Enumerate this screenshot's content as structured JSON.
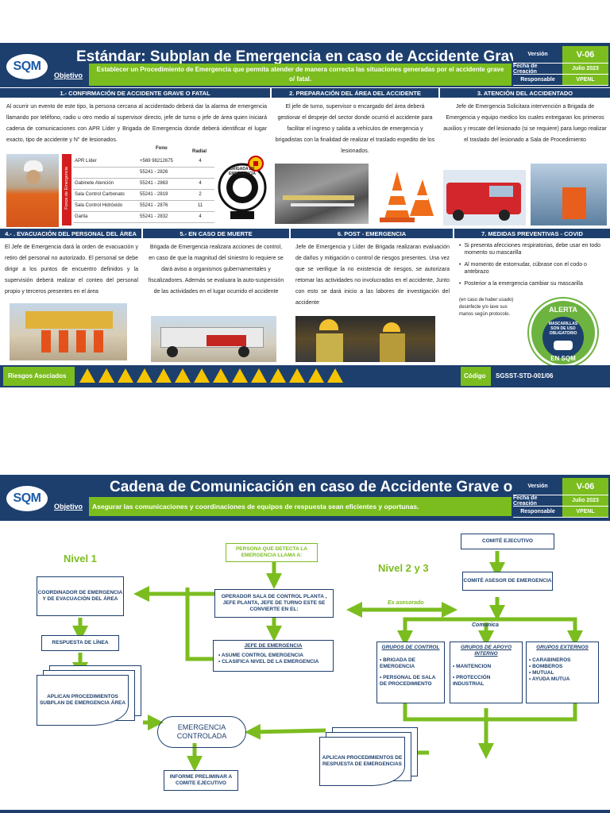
{
  "top": {
    "logo": "SQM",
    "title": "Estándar:  Subplan de Emergencia en caso de Accidente Grave o Fatal",
    "objective_label": "Objetivo",
    "objective_text": "Establecer un Procedimiento de Emergencia que permita atender de manera correcta las situaciones generadas por el accidente grave o/ fatal.",
    "meta": [
      {
        "k": "Versión",
        "v": "V-06"
      },
      {
        "k": "Fecha de Creación",
        "v": "Julio 2023"
      },
      {
        "k": "Responsable",
        "v": "VPENL"
      }
    ],
    "sections": {
      "s1_title": "1.- CONFIRMACIÓN DE ACCIDENTE GRAVE O FATAL",
      "s1_text": "Al ocurrir un evento de este tipo, la persona cercana al accidentado deberá dar la alarma de emergencia llamando por teléfono, radio u otro medio al supervisor directo, jefe de turno o jefe de área quien iniciará cadena de comunicaciones con APR Líder y Brigada de Emergencia donde deberá identificar el lugar exacto, tipo de accidente y N° de lesionados.",
      "s2_title": "2. PREPARACIÓN DEL ÁREA DEL ACCIDENTE",
      "s2_text": "El jefe de turno, supervisor o encargado del área deberá gestionar el despeje del sector donde ocurrió el accidente para facilitar el ingreso y salida a vehículos de emergencia y brigadistas con la finalidad de realizar el traslado expedito de los lesionados.",
      "s3_title": "3. ATENCIÓN DEL ACCIDENTADO",
      "s3_text": "Jefe de Emergencia Solicitara intervención a Brigada de Emergencia y equipo medico los cuales entregaran los primeros auxilios y rescate del lesionado (si se requiere) para luego realizar el traslado del lesionado a Sala de Procedimiento",
      "s4_title": "4.- . EVACUACIÓN DEL PERSONAL DEL ÁREA",
      "s4_text": "El Jefe de Emergencia dará la orden de evacuación y retiro del personal no autorizado. El personal se debe dirigir a los puntos de encuentro definidos y la supervisión deberá realizar el conteo del personal propio y terceros presentes en el área",
      "s5_title": "5.- EN CASO DE MUERTE",
      "s5_text": "Brigada de Emergencia realizara acciones de control, en caso de que la magnitud del siniestro lo requiere se dará aviso a organismos gubernamentales y fiscalizadores. Además se evaluara la auto-suspensión de las actividades en el lugar ocurrido el accidente",
      "s6_title": "6. POST -  EMERGENCIA",
      "s6_text": "Jefe de Emergencia y Líder de Brigada realizaran evaluación de daños y mitigación o control de riesgos presentes. Una vez que se verifique la no existencia de riesgos, se autorizara retomar las actividades no involucradas en el accidente,  Junto con esto se dará inicio a las labores de investigación  del accidente",
      "s7_title": "7. MEDIDAS PREVENTIVAS - COVID",
      "s7_bullets": [
        "Si presenta afecciones respiratorias, debe usar en todo momento su mascarilla",
        "Al momento de estornudar, cúbrase con el codo o antebrazo",
        "Posterior a la emergencia cambiar su mascarilla"
      ],
      "s7_note": "(en caso de haber usado) desinfecte y/o lave sus manos según protocolo.",
      "alerta_top": "ALERTA",
      "alerta_mid": "MASCARILLAS SON DE USO OBLIGATORIO",
      "alerta_bot": "EN SQM"
    },
    "phones": {
      "side_label": "Fonos de Emergencia",
      "col_fono": "Fono",
      "col_radial": "Radial",
      "rows": [
        {
          "name": "APR Líder",
          "fono": "+569 98212675",
          "radial": "4"
        },
        {
          "name": "",
          "fono": "55241 - 2826",
          "radial": ""
        },
        {
          "name": "Gabinete Atención",
          "fono": "55241 - 2863",
          "radial": "4"
        },
        {
          "name": "Sala Control Carbonato",
          "fono": "55241 - 2819",
          "radial": "2"
        },
        {
          "name": "Sala Control Hidróxido",
          "fono": "55241 - 2876",
          "radial": "11"
        },
        {
          "name": "Garita",
          "fono": "55241 - 2832",
          "radial": "4"
        }
      ]
    },
    "brigada_text": "BRIGADA DE EMERGENCIA",
    "footer": {
      "riesgos": "Riesgos Asociados",
      "codigo_label": "Código",
      "codigo": "SGSST-STD-001/06"
    }
  },
  "bottom": {
    "logo": "SQM",
    "title": "Cadena de Comunicación en caso de Accidente Grave o Fatal",
    "objective_label": "Objetivo",
    "objective_text": "Asegurar  las comunicaciones y coordinaciones de equipos de respuesta sean eficientes y oportunas.",
    "meta": [
      {
        "k": "Versión",
        "v": "V-06"
      },
      {
        "k": "Fecha de Creación",
        "v": "Julio 2023"
      },
      {
        "k": "Responsable",
        "v": "VPENL"
      }
    ],
    "nivel1": "Nivel 1",
    "nivel23": "Nivel 2 y 3",
    "persona": "PERSONA QUE DETECTA LA EMERGENCIA LLAMA A:",
    "operador": "OPERADOR SALA DE CONTROL PLANTA , JEFE PLANTA, JEFE DE TURNO ESTE SE CONVIERTE EN EL:",
    "jefe": "JEFE DE EMERGENCIA",
    "jefe_bullets": [
      "ASUME CONTROL EMERGENCIA",
      "CLASIFICA NIVEL  DE LA EMERGENCIA"
    ],
    "coordinador": "COORDINADOR DE EMERGENCIA Y DE EVACUACIÓN DEL ÁREA",
    "respuesta": "RESPUESTA DE LÍNEA",
    "aplican1": "APLICAN PROCEDIMIENTOS SUBPLAN DE EMERGENCIA ÁREA",
    "emergencia_controlada": "EMERGENCIA CONTROLADA",
    "informe": "INFORME PRELIMINAR A COMITE EJECUTIVO",
    "comite_ejecutivo": "COMITÉ EJECUTIVO",
    "comite_asesor": "COMITÉ ASESOR DE EMERGENCIA",
    "es_asesorado": "Es asesorado",
    "comunica": "Comunica",
    "grupos_control": "GRUPOS DE CONTROL",
    "grupos_control_items": [
      "BRIGADA DE EMERGENCIA",
      "PERSONAL DE SALA DE PROCEDIMIENTO"
    ],
    "grupos_apoyo": "GRUPOS DE APOYO INTERNO",
    "grupos_apoyo_items": [
      "MANTENCION",
      "PROTECCIÓN INDUSTRIAL"
    ],
    "grupos_externos": "GRUPOS EXTERNOS",
    "grupos_externos_items": [
      "CARABINEROS",
      "BOMBEROS",
      "MUTUAL",
      "AYUDA MUTUA"
    ],
    "aplican2": "APLICAN PROCEDIMIENTOS DE RESPUESTA DE EMERGENCIAS"
  }
}
